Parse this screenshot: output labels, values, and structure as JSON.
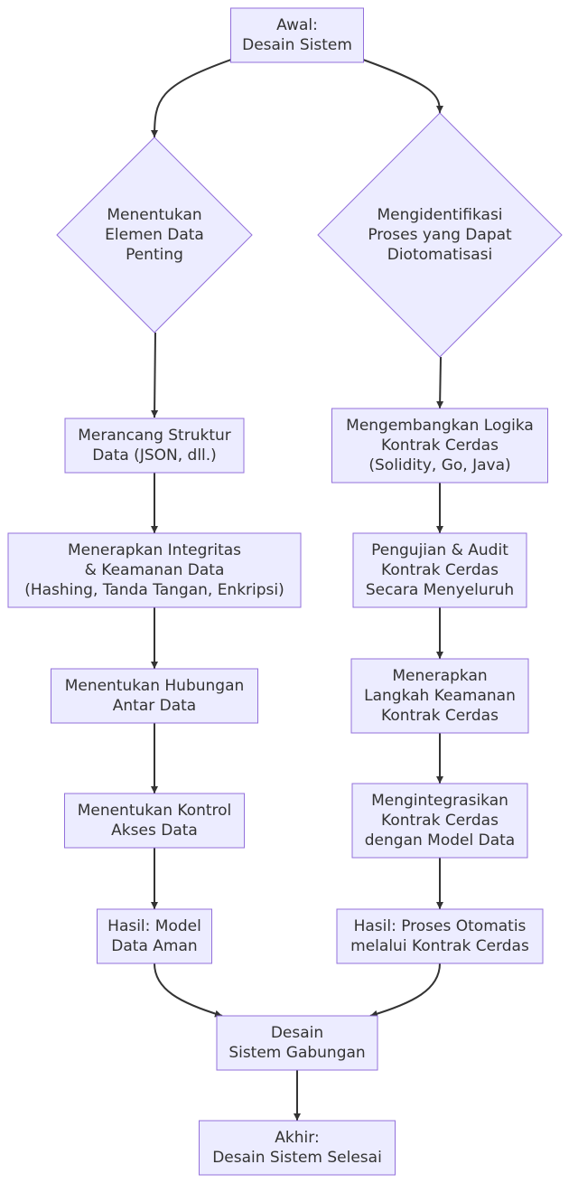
{
  "diagram": {
    "colors": {
      "node_fill": "#ECECFF",
      "node_stroke": "#9370DB",
      "edge": "#333333",
      "text": "#333333"
    },
    "nodes": {
      "start": {
        "lines": [
          "Awal:",
          "Desain Sistem"
        ]
      },
      "d1": {
        "lines": [
          "Menentukan",
          "Elemen Data",
          "Penting"
        ]
      },
      "d2": {
        "lines": [
          "Mengidentifikasi",
          "Proses yang Dapat",
          "Diotomatisasi"
        ]
      },
      "l1": {
        "lines": [
          "Merancang Struktur",
          "Data (JSON, dll.)"
        ]
      },
      "l2": {
        "lines": [
          "Menerapkan Integritas",
          "& Keamanan Data",
          "(Hashing, Tanda Tangan, Enkripsi)"
        ]
      },
      "l3": {
        "lines": [
          "Menentukan Hubungan",
          "Antar Data"
        ]
      },
      "l4": {
        "lines": [
          "Menentukan Kontrol",
          "Akses Data"
        ]
      },
      "l5": {
        "lines": [
          "Hasil: Model",
          "Data Aman"
        ]
      },
      "r1": {
        "lines": [
          "Mengembangkan Logika",
          "Kontrak Cerdas",
          "(Solidity, Go, Java)"
        ]
      },
      "r2": {
        "lines": [
          "Pengujian & Audit",
          "Kontrak Cerdas",
          "Secara Menyeluruh"
        ]
      },
      "r3": {
        "lines": [
          "Menerapkan",
          "Langkah Keamanan",
          "Kontrak Cerdas"
        ]
      },
      "r4": {
        "lines": [
          "Mengintegrasikan",
          "Kontrak Cerdas",
          "dengan Model Data"
        ]
      },
      "r5": {
        "lines": [
          "Hasil: Proses Otomatis",
          "melalui Kontrak Cerdas"
        ]
      },
      "merge": {
        "lines": [
          "Desain",
          "Sistem Gabungan"
        ]
      },
      "end": {
        "lines": [
          "Akhir:",
          "Desain Sistem Selesai"
        ]
      }
    },
    "edges": [
      {
        "from": "start",
        "to": "d1"
      },
      {
        "from": "start",
        "to": "d2"
      },
      {
        "from": "d1",
        "to": "l1"
      },
      {
        "from": "l1",
        "to": "l2"
      },
      {
        "from": "l2",
        "to": "l3"
      },
      {
        "from": "l3",
        "to": "l4"
      },
      {
        "from": "l4",
        "to": "l5"
      },
      {
        "from": "d2",
        "to": "r1"
      },
      {
        "from": "r1",
        "to": "r2"
      },
      {
        "from": "r2",
        "to": "r3"
      },
      {
        "from": "r3",
        "to": "r4"
      },
      {
        "from": "r4",
        "to": "r5"
      },
      {
        "from": "l5",
        "to": "merge"
      },
      {
        "from": "r5",
        "to": "merge"
      },
      {
        "from": "merge",
        "to": "end"
      }
    ]
  }
}
